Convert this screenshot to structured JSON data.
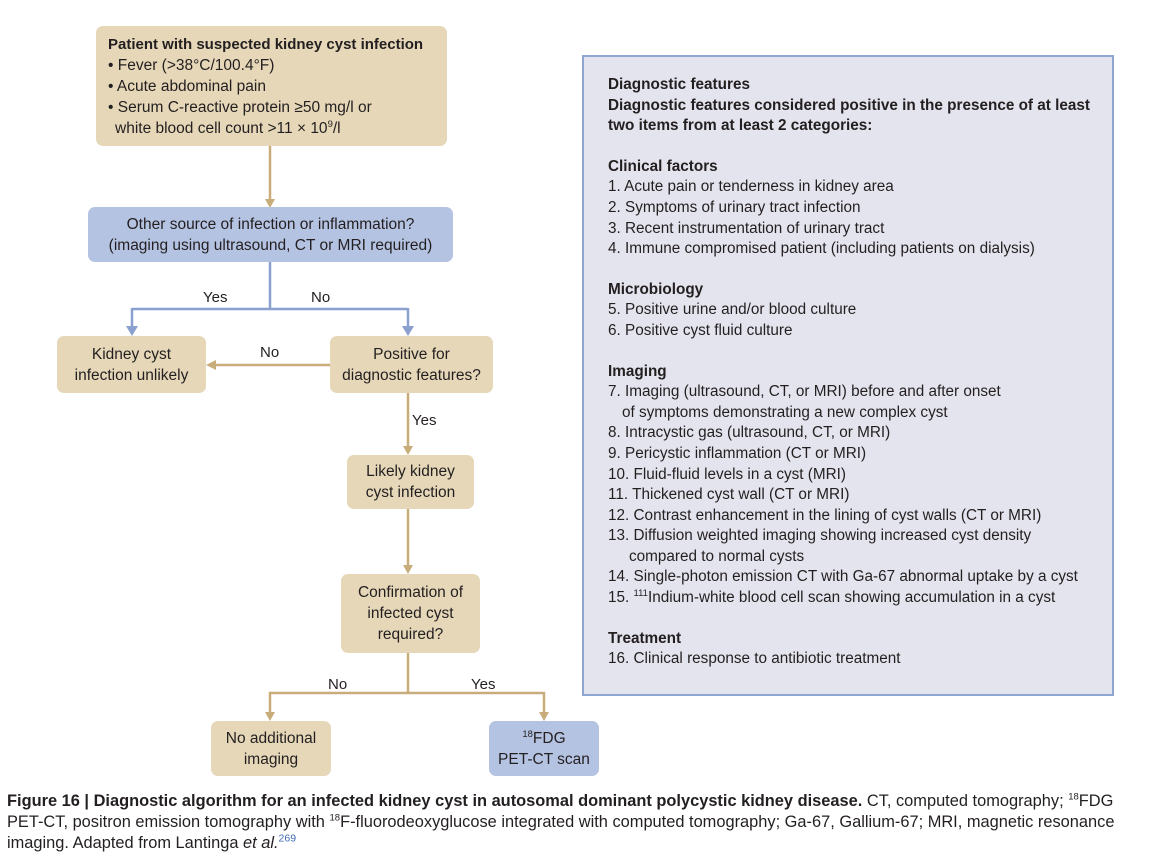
{
  "flowchart": {
    "start": {
      "title": "Patient with suspected kidney cyst infection",
      "bullets": [
        "• Fever (>38°C/100.4°F)",
        "• Acute abdominal pain",
        "• Serum C-reactive protein ≥50 mg/l or"
      ],
      "wbc_line": "white blood cell count >11 × 10",
      "wbc_sup": "9",
      "wbc_tail": "/l"
    },
    "other_source": {
      "line1": "Other source of infection or inflammation?",
      "line2": "(imaging using ultrasound, CT or MRI required)"
    },
    "label_yes_1": "Yes",
    "label_no_1": "No",
    "unlikely": {
      "line1": "Kidney cyst",
      "line2": "infection unlikely"
    },
    "label_no_2": "No",
    "positive": {
      "line1": "Positive for",
      "line2": "diagnostic features?"
    },
    "label_yes_2": "Yes",
    "likely": {
      "line1": "Likely kidney",
      "line2": "cyst infection"
    },
    "confirm": {
      "line1": "Confirmation of",
      "line2": "infected cyst",
      "line3": "required?"
    },
    "label_no_3": "No",
    "label_yes_3": "Yes",
    "no_imaging": {
      "line1": "No additional",
      "line2": "imaging"
    },
    "fdg": {
      "sup": "18",
      "line1": "FDG",
      "line2": "PET-CT scan"
    },
    "colors": {
      "tan_box": "#e5d7b8",
      "blue_box": "#b5c3e3",
      "tan_arrow": "#c8ad7a",
      "blue_arrow": "#7f97c9"
    }
  },
  "panel": {
    "heading": "Diagnostic features",
    "intro_1": "Diagnostic features considered positive in the presence of at least",
    "intro_2": "two items from at least 2 categories:",
    "clinical": {
      "title": "Clinical factors",
      "items": [
        "1. Acute pain or tenderness in kidney area",
        "2. Symptoms of urinary tract infection",
        "3. Recent instrumentation of urinary tract",
        "4. Immune compromised patient (including patients on dialysis)"
      ]
    },
    "microbiology": {
      "title": "Microbiology",
      "items": [
        "5. Positive urine and/or blood culture",
        "6. Positive cyst fluid culture"
      ]
    },
    "imaging": {
      "title": "Imaging",
      "item7_a": "7. Imaging (ultrasound, CT, or MRI) before and after onset",
      "item7_b": "of symptoms demonstrating a new complex cyst",
      "items_a": [
        "8. Intracystic gas (ultrasound, CT, or MRI)",
        "9. Pericystic inflammation (CT or MRI)",
        "10. Fluid-fluid levels in a cyst (MRI)",
        "11. Thickened cyst wall (CT or MRI)",
        "12. Contrast enhancement in the lining of cyst walls (CT or MRI)"
      ],
      "item13_a": "13. Diffusion weighted imaging showing increased cyst density",
      "item13_b": "compared to normal cysts",
      "item14": "14. Single-photon emission CT with Ga-67 abnormal uptake by a cyst",
      "item15_prefix": "15. ",
      "item15_sup": "111",
      "item15_text": "Indium-white blood cell scan showing accumulation in a cyst"
    },
    "treatment": {
      "title": "Treatment",
      "items": [
        "16. Clinical response to antibiotic treatment"
      ]
    }
  },
  "caption": {
    "bold": "Figure 16 | Diagnostic algorithm for an infected kidney cyst in autosomal dominant polycystic kidney disease.",
    "t1": " CT, computed tomography; ",
    "sup1": "18",
    "t2": "FDG PET-CT, positron emission tomography with ",
    "sup2": "18",
    "t3": "F-fluorodeoxyglucose integrated with computed tomography; Ga-67, Gallium-67; MRI, magnetic resonance imaging. Adapted from Lantinga ",
    "etal": "et al.",
    "ref": "269"
  }
}
